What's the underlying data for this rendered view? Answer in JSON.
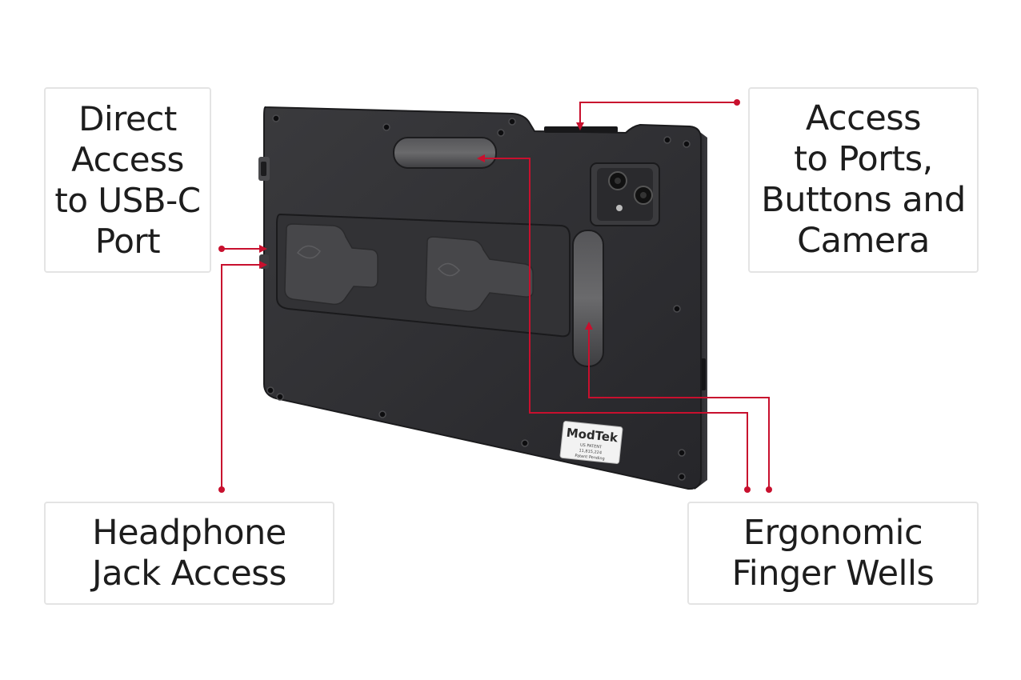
{
  "callouts": {
    "usb_c": "Direct\nAccess\nto USB-C\nPort",
    "ports": "Access\nto Ports,\nButtons and\nCamera",
    "headphone": "Headphone\nJack Access",
    "finger_wells": "Ergonomic\nFinger Wells"
  },
  "device": {
    "brand": "ModTek",
    "patent_line1": "US PATENT",
    "patent_line2": "11,815,224",
    "patent_line3": "Patent Pending"
  },
  "colors": {
    "accent": "#c8102e",
    "case": "#2d2d30",
    "box_border": "#e4e4e4",
    "text": "#1d1d1d"
  }
}
